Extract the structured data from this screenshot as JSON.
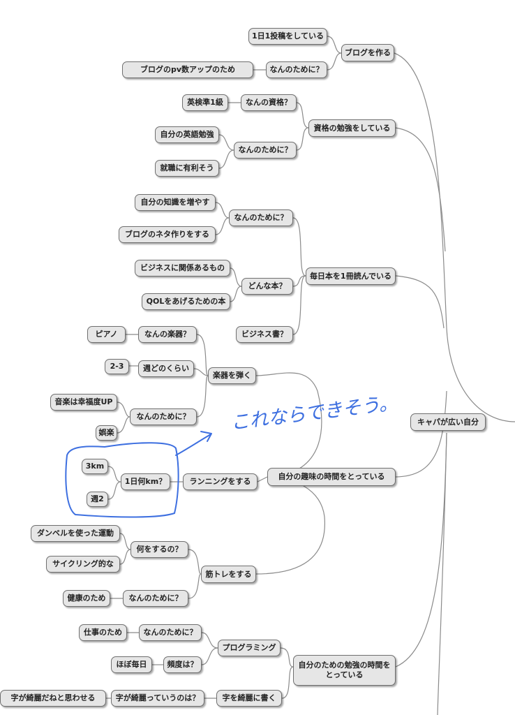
{
  "central": "キャパが広い自分",
  "blog": {
    "title": "ブログを作る",
    "post_daily": "1日1投稿をしている",
    "why": "なんのために？",
    "pv": "ブログのpv数アップのため"
  },
  "qualification": {
    "title": "資格の勉強をしている",
    "which": "なんの資格？",
    "eiken": "英検準1級",
    "why": "なんのために？",
    "own_english": "自分の英語勉強",
    "job": "就職に有利そう"
  },
  "books": {
    "title": "毎日本を1冊読んでいる",
    "why": "なんのために？",
    "knowledge": "自分の知識を増やす",
    "blog_material": "ブログのネタ作りをする",
    "what_kind": "どんな本？",
    "business_related": "ビジネスに関係あるもの",
    "qol": "QOLをあげるための本",
    "business_book": "ビジネス書？"
  },
  "hobby": {
    "title": "自分の趣味の時間をとっている",
    "instrument": {
      "title": "楽器を弾く",
      "which": "なんの楽器？",
      "piano": "ピアノ",
      "how_often": "週どのくらい",
      "freq": "2-3",
      "why": "なんのために？",
      "happiness": "音楽は幸福度UP",
      "fun": "娯楽"
    },
    "running": {
      "title": "ランニングをする",
      "daily_km": "1日何km？",
      "km": "3km",
      "weekly": "週2"
    },
    "training": {
      "title": "筋トレをする",
      "what": "何をするの？",
      "dumbbell": "ダンベルを使った運動",
      "cycling": "サイクリング的な",
      "why": "なんのために？",
      "health": "健康のため"
    }
  },
  "study": {
    "title": "自分のための勉強の時間をとっている",
    "programming": {
      "title": "プログラミング",
      "why": "なんのために？",
      "work": "仕事のため",
      "frequency": "頻度は？",
      "almost_daily": "ほぼ毎日"
    },
    "handwriting": {
      "title": "字を綺麗に書く",
      "what_is": "字が綺麗っていうのは？",
      "impression": "字が綺麗だねと思わせる"
    }
  },
  "handwritten_note": "これならできそう。",
  "colors": {
    "node_fill": "#e6e6e6",
    "node_border": "#6f6f6f",
    "line": "#8a8a8a",
    "ink": "#3d6fe0"
  }
}
